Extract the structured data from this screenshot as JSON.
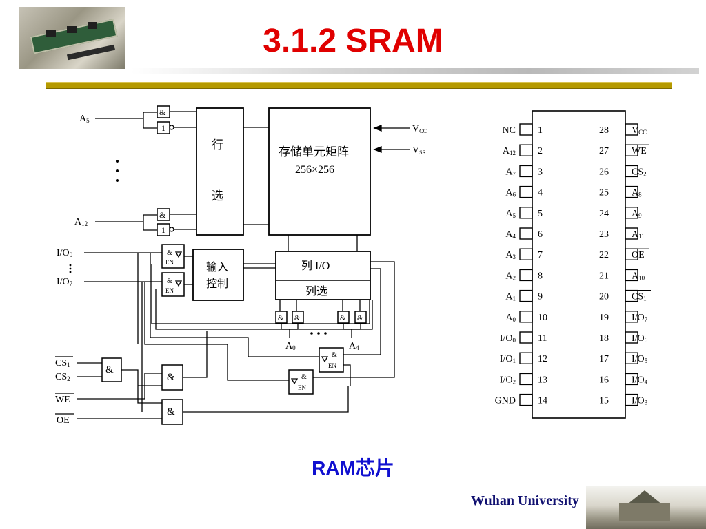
{
  "slide": {
    "title": "3.1.2 SRAM",
    "caption": "RAM芯片",
    "footer": "Wuhan University"
  },
  "colors": {
    "title": "#e00000",
    "caption": "#1010d0",
    "accent_bar": "#b59a00",
    "footer_text": "#101070"
  },
  "diagram": {
    "addr_top": "A",
    "addr_top_sub": "5",
    "addr_bottom": "A",
    "addr_bottom_sub": "12",
    "row_select": [
      "行",
      "选"
    ],
    "matrix": [
      "存储单元矩阵",
      "256×256"
    ],
    "vcc": "V",
    "vcc_sub": "CC",
    "vss": "V",
    "vss_sub": "SS",
    "io_top": "I/O",
    "io_top_sub": "0",
    "io_bottom": "I/O",
    "io_bottom_sub": "7",
    "input_ctrl": [
      "输入",
      "控制"
    ],
    "col_io": "列 I/O",
    "col_select": "列选",
    "a0": "A",
    "a0_sub": "0",
    "a4": "A",
    "a4_sub": "4",
    "cs1": "CS",
    "cs1_sub": "1",
    "cs2": "CS",
    "cs2_sub": "2",
    "we": "WE",
    "oe": "OE",
    "and_gate": "&",
    "not_gate": "1",
    "en": "EN"
  },
  "pinout": {
    "left": [
      {
        "num": "1",
        "name": "NC"
      },
      {
        "num": "2",
        "name": "A12"
      },
      {
        "num": "3",
        "name": "A7"
      },
      {
        "num": "4",
        "name": "A6"
      },
      {
        "num": "5",
        "name": "A5"
      },
      {
        "num": "6",
        "name": "A4"
      },
      {
        "num": "7",
        "name": "A3"
      },
      {
        "num": "8",
        "name": "A2"
      },
      {
        "num": "9",
        "name": "A1"
      },
      {
        "num": "10",
        "name": "A0"
      },
      {
        "num": "11",
        "name": "I/O0"
      },
      {
        "num": "12",
        "name": "I/O1"
      },
      {
        "num": "13",
        "name": "I/O2"
      },
      {
        "num": "14",
        "name": "GND"
      }
    ],
    "right": [
      {
        "num": "28",
        "name": "VCC"
      },
      {
        "num": "27",
        "name": "WE"
      },
      {
        "num": "26",
        "name": "CS2"
      },
      {
        "num": "25",
        "name": "A8"
      },
      {
        "num": "24",
        "name": "A9"
      },
      {
        "num": "23",
        "name": "A11"
      },
      {
        "num": "22",
        "name": "OE"
      },
      {
        "num": "21",
        "name": "A10"
      },
      {
        "num": "20",
        "name": "CS1"
      },
      {
        "num": "19",
        "name": "I/O7"
      },
      {
        "num": "18",
        "name": "I/O6"
      },
      {
        "num": "17",
        "name": "I/O5"
      },
      {
        "num": "16",
        "name": "I/O4"
      },
      {
        "num": "15",
        "name": "I/O3"
      }
    ]
  }
}
